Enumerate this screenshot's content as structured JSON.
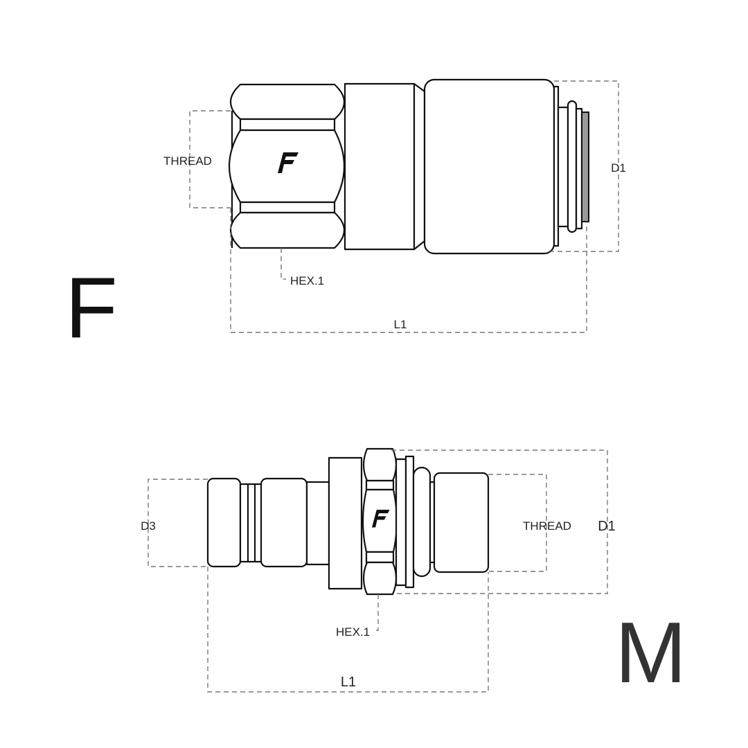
{
  "female": {
    "variant_label": "F",
    "dimensions": {
      "thread": "THREAD",
      "d1": "D1",
      "hex": "HEX.1",
      "length": "L1"
    }
  },
  "male": {
    "variant_label": "M",
    "dimensions": {
      "d3": "D3",
      "thread": "THREAD",
      "d1": "D1",
      "hex": "HEX.1",
      "length": "L1"
    }
  },
  "logo": "F",
  "colors": {
    "line": "#111111",
    "dimension": "#777777",
    "seal": "#999999"
  }
}
